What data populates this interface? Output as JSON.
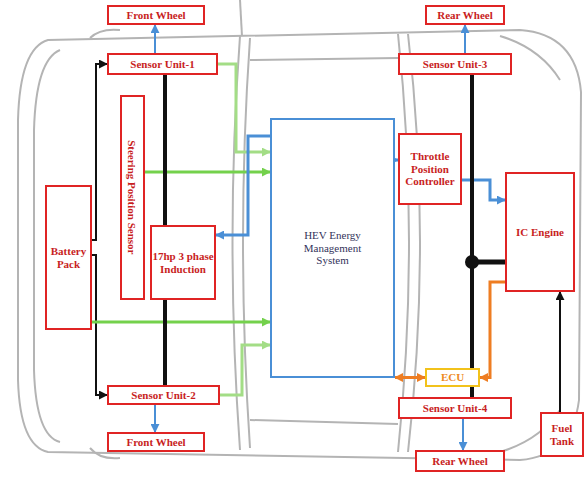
{
  "diagram": {
    "nodes": [
      {
        "text": [
          "Front Wheel"
        ]
      },
      {
        "text": [
          "Rear Wheel"
        ]
      },
      {
        "text": [
          "Sensor Unit-1"
        ]
      },
      {
        "text": [
          "Sensor Unit-3"
        ]
      },
      {
        "text": [
          "Steering Position Sensor"
        ]
      },
      {
        "text": [
          "Battery Pack"
        ]
      },
      {
        "text": [
          "17hp 3 phase Induction"
        ]
      },
      {
        "text": [
          "HEV Energy Management System"
        ]
      },
      {
        "text": [
          "Throttle Position Controller"
        ]
      },
      {
        "text": [
          "IC Engine"
        ]
      },
      {
        "text": [
          "ECU"
        ]
      },
      {
        "text": [
          "Sensor Unit-2"
        ]
      },
      {
        "text": [
          "Sensor Unit-4"
        ]
      },
      {
        "text": [
          "Fuel Tank"
        ]
      },
      {
        "text": [
          "Front Wheel"
        ]
      },
      {
        "text": [
          "Rear Wheel"
        ]
      }
    ],
    "edges": [
      {
        "from": 2,
        "to": 0,
        "arrow": "to"
      },
      {
        "from": 3,
        "to": 1,
        "arrow": "to"
      },
      {
        "from": 11,
        "to": 14,
        "arrow": "to"
      },
      {
        "from": 12,
        "to": 15,
        "arrow": "to"
      },
      {
        "from": 5,
        "to": 2,
        "arrow": "to"
      },
      {
        "from": 5,
        "to": 11,
        "arrow": "to"
      },
      {
        "from": 2,
        "to": 7,
        "arrow": "to"
      },
      {
        "from": 4,
        "to": 7,
        "arrow": "to"
      },
      {
        "from": 5,
        "to": 7,
        "arrow": "to"
      },
      {
        "from": 11,
        "to": 7,
        "arrow": "to"
      },
      {
        "from": 7,
        "to": 6,
        "arrow": "to"
      },
      {
        "from": 7,
        "to": 8,
        "arrow": "to"
      },
      {
        "from": 8,
        "to": 9,
        "arrow": "to"
      },
      {
        "from": 7,
        "to": 10,
        "arrow": "both"
      },
      {
        "from": 9,
        "to": 10,
        "arrow": "to"
      },
      {
        "from": 13,
        "to": 9,
        "arrow": "to"
      },
      {
        "from": 2,
        "to": 11,
        "arrow": "none"
      },
      {
        "from": 3,
        "to": 12,
        "arrow": "none"
      }
    ]
  }
}
